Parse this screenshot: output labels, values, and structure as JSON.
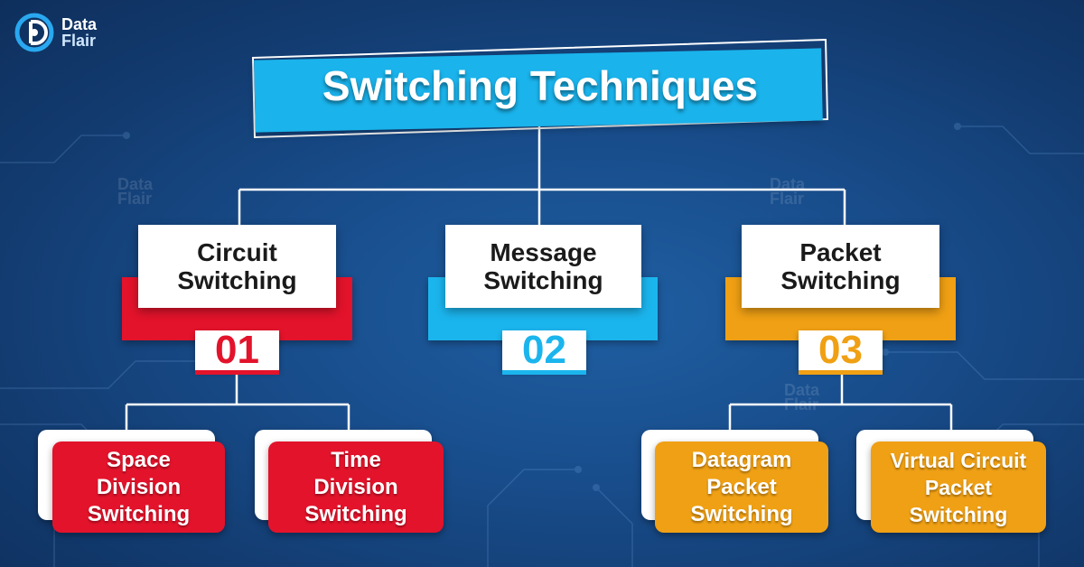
{
  "logo": {
    "line1": "Data",
    "line2": "Flair"
  },
  "watermark": {
    "line1": "Data",
    "line2": "Flair"
  },
  "title": "Switching Techniques",
  "categories": [
    {
      "label": "Circuit\nSwitching",
      "number": "01",
      "color": "#e3132b"
    },
    {
      "label": "Message\nSwitching",
      "number": "02",
      "color": "#1bb5ee"
    },
    {
      "label": "Packet\nSwitching",
      "number": "03",
      "color": "#f0a014"
    }
  ],
  "leaves": [
    {
      "label": "Space\nDivision\nSwitching",
      "color": "#e3132b"
    },
    {
      "label": "Time\nDivision\nSwitching",
      "color": "#e3132b"
    },
    {
      "label": "Datagram\nPacket\nSwitching",
      "color": "#f0a014"
    },
    {
      "label": "Virtual Circuit\nPacket\nSwitching",
      "color": "#f0a014"
    }
  ],
  "line_color": "#ffffff"
}
